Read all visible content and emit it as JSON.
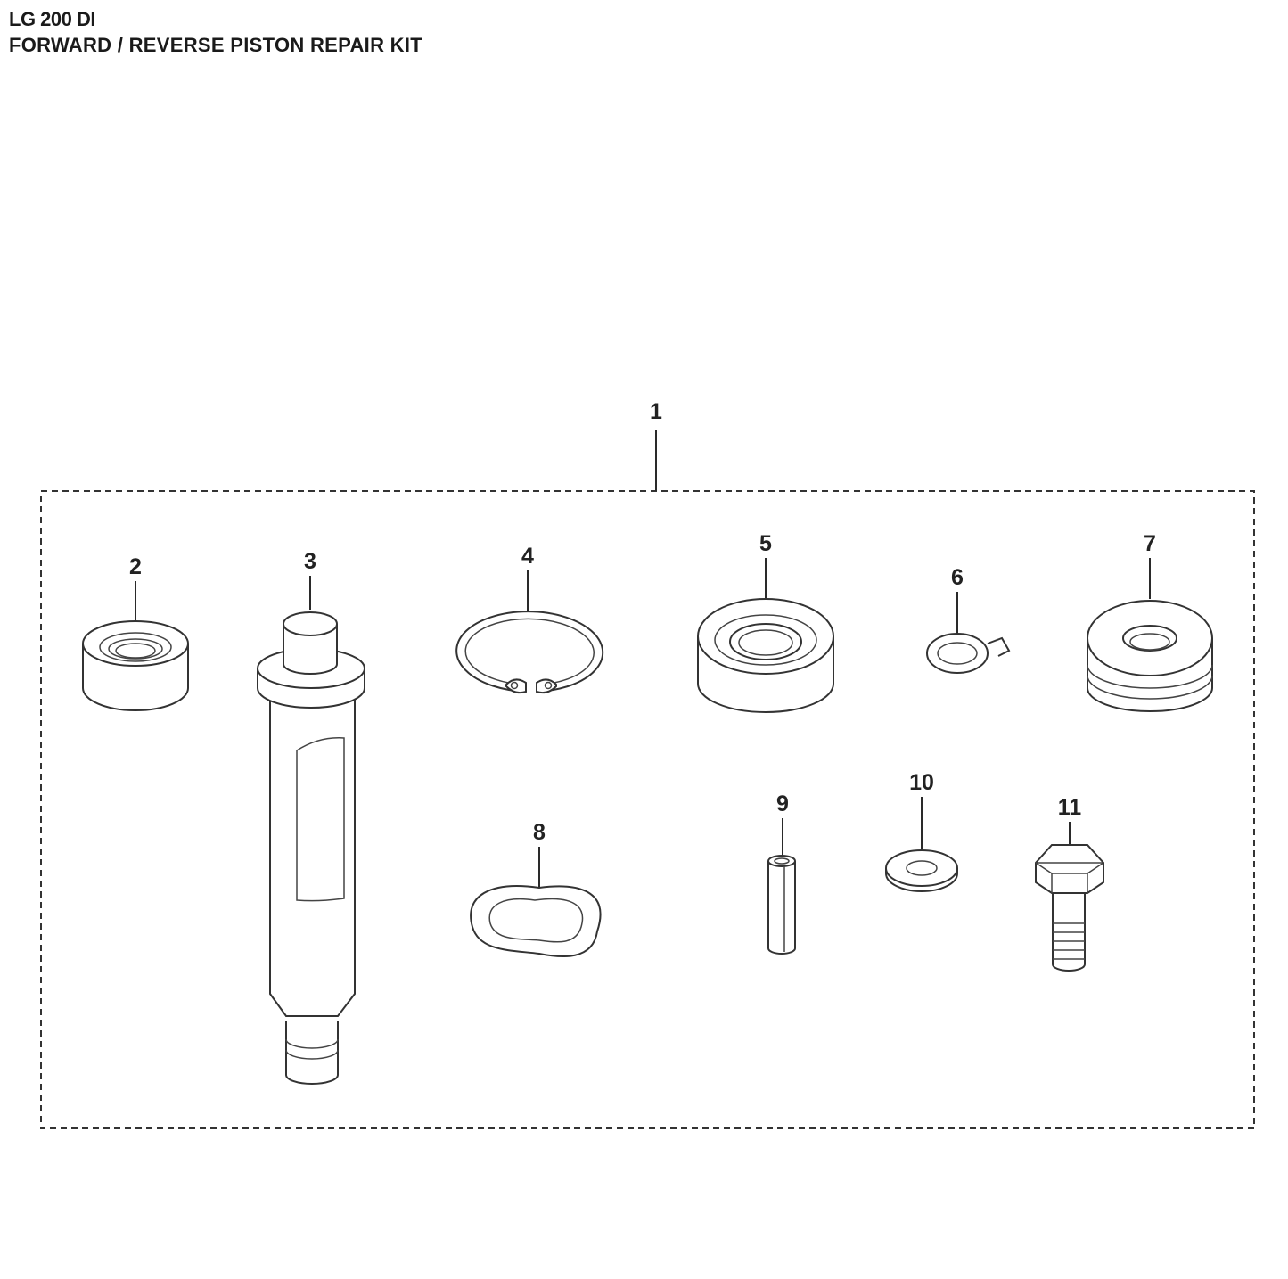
{
  "header": {
    "model": "LG 200 DI",
    "title": "FORWARD / REVERSE PISTON REPAIR KIT"
  },
  "callouts": {
    "kit": "1",
    "p2": "2",
    "p3": "3",
    "p4": "4",
    "p5": "5",
    "p6": "6",
    "p7": "7",
    "p8": "8",
    "p9": "9",
    "p10": "10",
    "p11": "11"
  }
}
